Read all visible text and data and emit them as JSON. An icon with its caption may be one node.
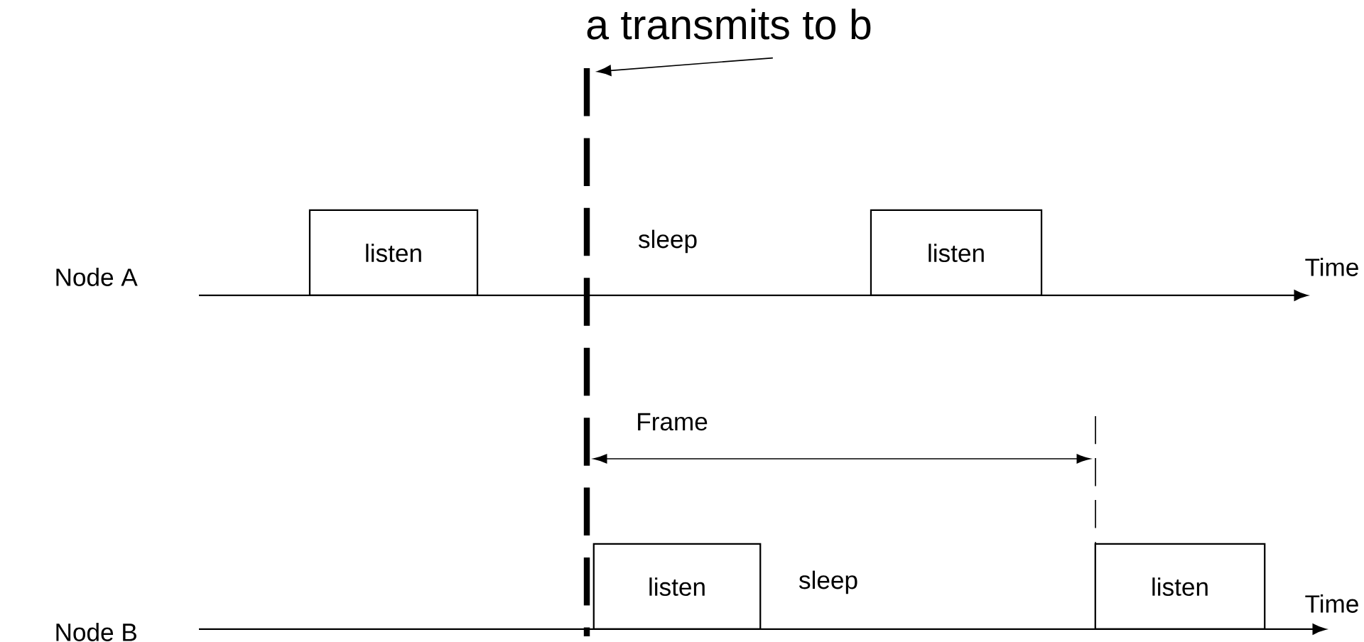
{
  "diagram": {
    "nodes": [
      {
        "text": [
          "a transmits to b"
        ]
      },
      {
        "text": [],
        "shape": "bar"
      },
      {
        "text": [
          "listen"
        ]
      },
      {
        "text": [
          "listen"
        ]
      },
      {
        "text": [
          "listen"
        ]
      },
      {
        "text": [
          "listen"
        ]
      }
    ],
    "edges": [
      {
        "from": 0,
        "to": 1,
        "arrow": "to"
      }
    ],
    "labels": [
      "sleep",
      "Node A",
      "Time",
      "Frame",
      "sleep",
      "Time",
      "Node B"
    ]
  }
}
